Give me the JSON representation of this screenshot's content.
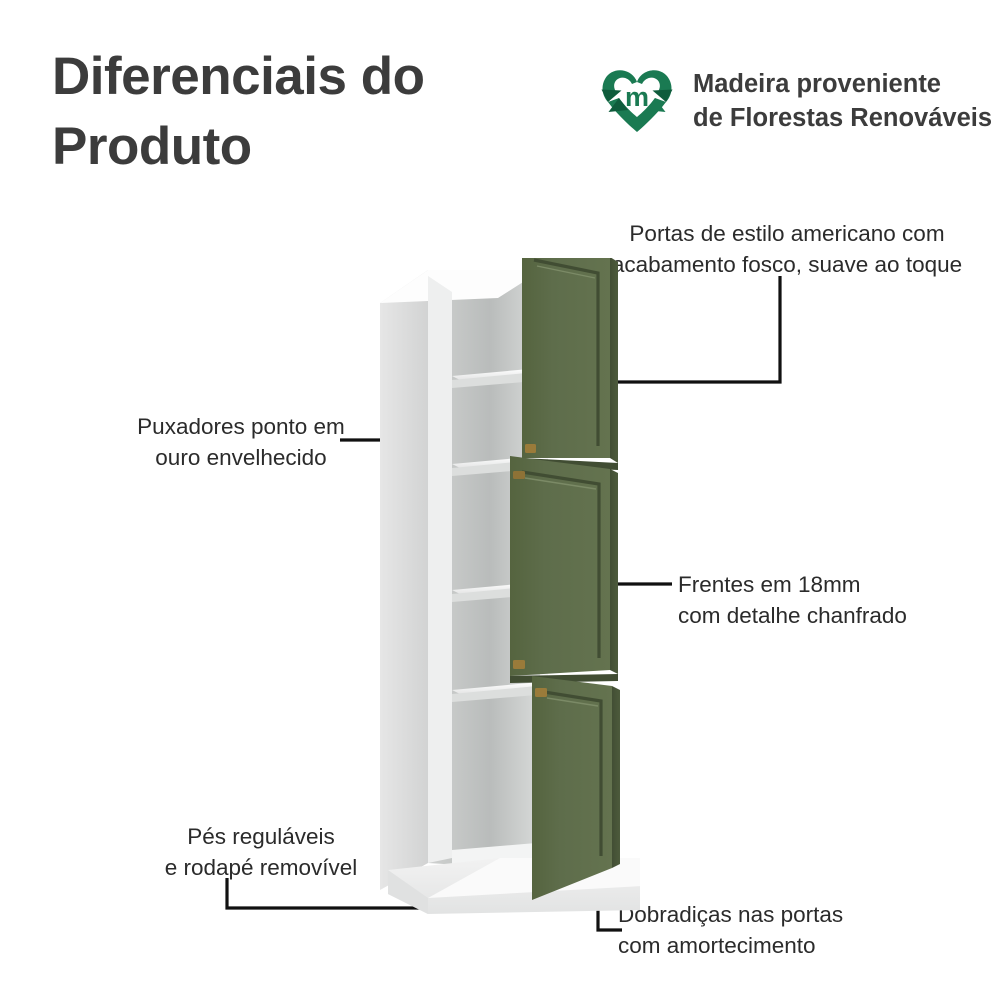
{
  "header": {
    "title": "Diferenciais do Produto",
    "certification": {
      "icon": "recycle-heart-icon",
      "monogram": "m",
      "text": "Madeira proveniente\nde Florestas Renováveis",
      "color": "#1a7a52",
      "color_dark": "#0f5c3c"
    }
  },
  "annotations": {
    "doors": "Portas de estilo americano com\nacabamento fosco, suave ao toque",
    "handles": "Puxadores ponto em\nouro envelhecido",
    "fronts": "Frentes em 18mm\ncom detalhe chanfrado",
    "feet": "Pés reguláveis\ne rodapé removível",
    "hinges": "Dobradiças nas portas\ncom amortecimento"
  },
  "product": {
    "name": "tall-pantry-cabinet",
    "door_count": 3,
    "shelf_count": 4,
    "colors": {
      "door_green": "#5c6b49",
      "door_green_light": "#6b7a56",
      "door_edge": "#47543a",
      "carcass_white": "#fbfbfb",
      "carcass_side": "#dedede",
      "shelf_shadow": "#b9bcbb",
      "handle_gold": "#9a7b3a",
      "line": "#111111",
      "text": "#2b2b2b",
      "title": "#3c3c3c"
    }
  }
}
